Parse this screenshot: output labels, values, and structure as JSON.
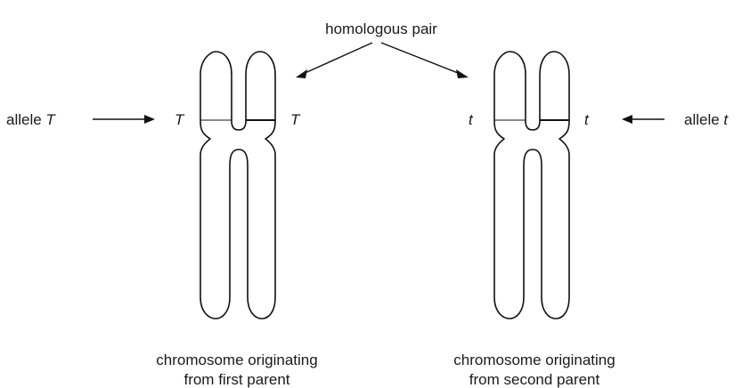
{
  "diagram": {
    "top_label": "homologous pair",
    "left": {
      "side_label": "allele ",
      "side_letter": "T",
      "allele_left": "T",
      "allele_right": "T",
      "caption_line1": "chromosome originating",
      "caption_line2": "from first parent"
    },
    "right": {
      "side_label": "allele ",
      "side_letter": "t",
      "allele_left": "t",
      "allele_right": "t",
      "caption_line1": "chromosome originating",
      "caption_line2": "from second parent"
    }
  }
}
